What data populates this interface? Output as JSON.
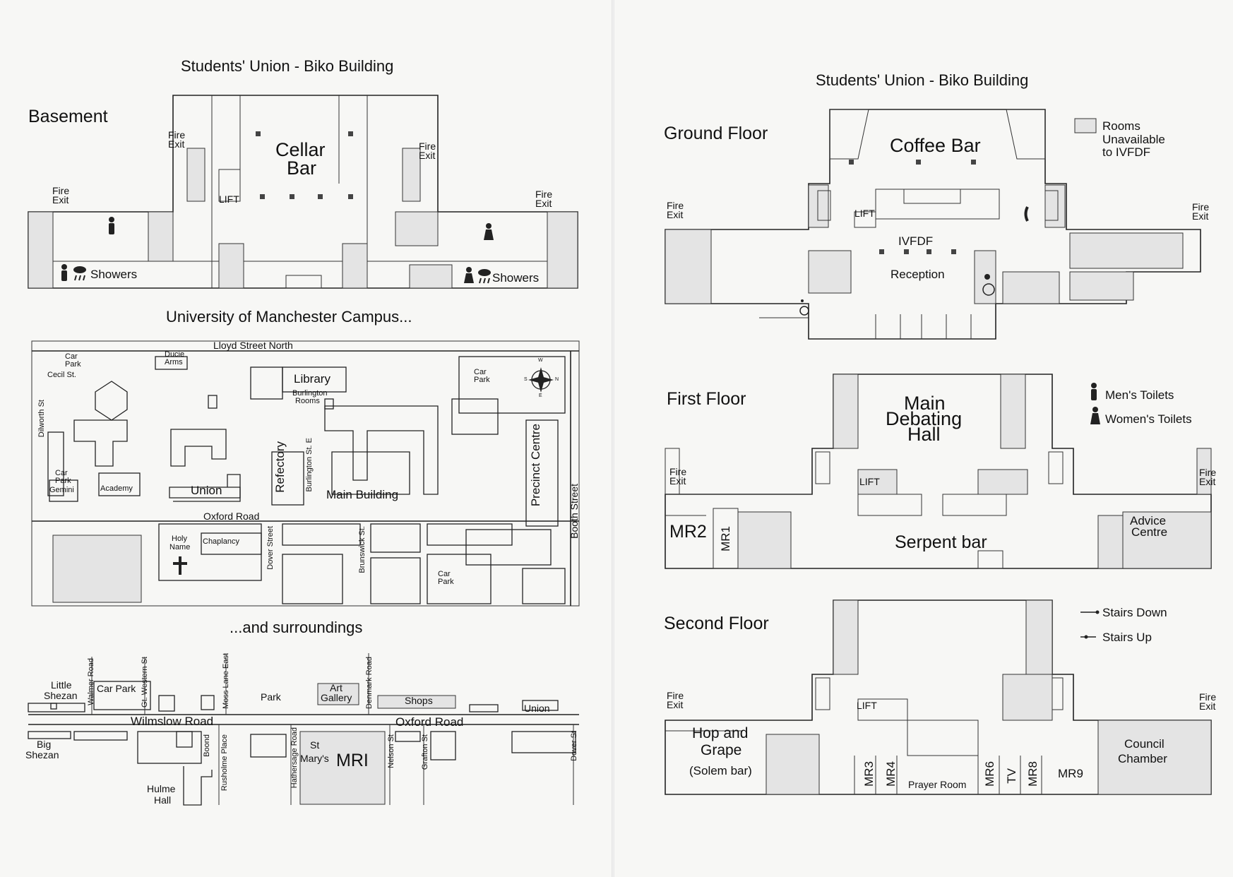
{
  "left": {
    "biko_title": "Students' Union  -  Biko Building",
    "basement": {
      "heading": "Basement",
      "cellar_bar_1": "Cellar",
      "cellar_bar_2": "Bar",
      "lift": "LIFT",
      "fire_exit_1": "Fire",
      "fire_exit_2": "Exit",
      "showers": "Showers"
    },
    "campus_title": "University of Manchester Campus...",
    "campus": {
      "lloyd_street_north": "Lloyd Street North",
      "car_park_1": "Car",
      "car_park_2": "Park",
      "ducie_1": "Ducie",
      "ducie_2": "Arms",
      "cecil_st": "Cecil St.",
      "library": "Library",
      "burlington_1": "Burlington",
      "burlington_2": "Rooms",
      "dilworth_st": "Dilworth St",
      "academy": "Academy",
      "gemini": "Gemini",
      "union": "Union",
      "refectory": "Refectory",
      "burlington_st_e": "Burlington St. E",
      "main_building": "Main Building",
      "precinct_centre": "Precinct Centre",
      "booth_street": "Booth Street",
      "oxford_road": "Oxford Road",
      "holy_1": "Holy",
      "holy_2": "Name",
      "chaplancy": "Chaplancy",
      "dover_street": "Dover Street",
      "brunswick_st": "Brunswick St.",
      "compass_w": "W",
      "compass_s": "S",
      "compass_n": "N",
      "compass_e": "E"
    },
    "surround_title": "...and surroundings",
    "surround": {
      "little_1": "Little",
      "little_2": "Shezan",
      "walmer_road": "Walmer Road",
      "car_park": "Car Park",
      "gt_western_st": "Gt. Western St",
      "moss_lane_east": "Moss Lane East",
      "park": "Park",
      "art_1": "Art",
      "art_2": "Gallery",
      "denmark_road": "Denmark Road",
      "shops": "Shops",
      "union": "Union",
      "wilmslow_road": "Wilmslow Road",
      "oxford_road": "Oxford Road",
      "big_1": "Big",
      "big_2": "Shezan",
      "hulme_1": "Hulme",
      "hulme_2": "Hall",
      "boond": "Boond",
      "rusholme_place": "Rusholme Place",
      "hathersage_road": "Hathersage Road",
      "st_marys_1": "St",
      "st_marys_2": "Mary's",
      "mri": "MRI",
      "nelson_st": "Nelson St",
      "grafton_st": "Grafton St",
      "dover_st": "Dover St"
    }
  },
  "right": {
    "biko_title": "Students' Union  -  Biko Building",
    "legend": {
      "rooms_1": "Rooms",
      "rooms_2": "Unavailable",
      "rooms_3": "to IVFDF",
      "mens": "Men's Toilets",
      "womens": "Women's Toilets",
      "stairs_down": "Stairs Down",
      "stairs_up": "Stairs Up"
    },
    "ground": {
      "heading": "Ground Floor",
      "coffee_bar": "Coffee Bar",
      "lift": "LIFT",
      "ivfdf": "IVFDF",
      "reception": "Reception",
      "fire_exit_1": "Fire",
      "fire_exit_2": "Exit"
    },
    "first": {
      "heading": "First Floor",
      "main_1": "Main",
      "main_2": "Debating",
      "main_3": "Hall",
      "lift": "LIFT",
      "mr2": "MR2",
      "mr1": "MR1",
      "serpent_bar": "Serpent bar",
      "advice_1": "Advice",
      "advice_2": "Centre",
      "fire_exit_1": "Fire",
      "fire_exit_2": "Exit"
    },
    "second": {
      "heading": "Second Floor",
      "lift": "LIFT",
      "hop_1": "Hop and",
      "hop_2": "Grape",
      "solem": "(Solem bar)",
      "mr3": "MR3",
      "mr4": "MR4",
      "prayer_room": "Prayer Room",
      "mr6": "MR6",
      "tv": "TV",
      "mr8": "MR8",
      "mr9": "MR9",
      "council_1": "Council",
      "council_2": "Chamber",
      "fire_exit_1": "Fire",
      "fire_exit_2": "Exit"
    }
  }
}
